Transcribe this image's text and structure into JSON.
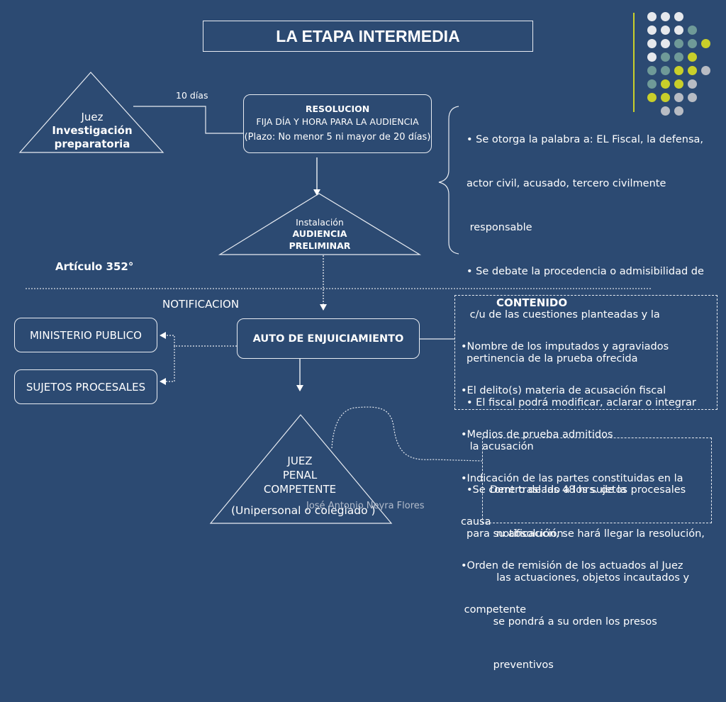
{
  "title": "LA ETAPA INTERMEDIA",
  "investigacion": {
    "line1": "Juez",
    "line2": "Investigación",
    "line3": "preparatoria"
  },
  "plazo_label": "10 días",
  "resolucion": {
    "line1": "RESOLUCION",
    "line2": "FIJA DÍA Y HORA PARA LA AUDIENCIA",
    "line3": "(Plazo: No menor 5 ni mayor de 20 días)"
  },
  "audiencia": {
    "line1": "Instalación",
    "line2": "AUDIENCIA",
    "line3": "PRELIMINAR"
  },
  "audiencia_bullets": [
    "• Se otorga la palabra a: EL Fiscal, la defensa,",
    "actor civil, acusado, tercero civilmente",
    " responsable",
    "• Se debate la procedencia o admisibilidad de",
    " c/u de las cuestiones planteadas y la",
    "pertinencia de la prueba ofrecida",
    "• El fiscal podrá modificar, aclarar o integrar",
    " la acusación",
    "•Se corre traslado a los sujetos procesales",
    "para su absolución"
  ],
  "articulo": "Artículo 352°",
  "notificacion": "NOTIFICACION",
  "ministerio": "MINISTERIO PUBLICO",
  "sujetos": "SUJETOS PROCESALES",
  "auto": "AUTO DE ENJUICIAMIENTO",
  "contenido": {
    "heading": "CONTENIDO",
    "lines": [
      "•Nombre de los imputados y agraviados",
      "•El delito(s) materia de acusación fiscal",
      "•Medios de prueba admitidos",
      "•Indicación de las partes constituidas en la",
      "causa",
      "•Orden de remisión de los actuados al Juez",
      " competente"
    ]
  },
  "juez_penal": {
    "line1": "JUEZ",
    "line2": "PENAL",
    "line3": "COMPETENTE",
    "line4": "(Unipersonal o colegiado )"
  },
  "dentro": {
    "lines": [
      "Dentro de las 48 hrs. de la",
      "  notificación, se hará llegar la resolución,",
      "  las actuaciones, objetos incautados y",
      " se pondrá a su orden los presos",
      " preventivos"
    ]
  },
  "author": "José Antonio Neyra Flores",
  "colors": {
    "background": "#2c4a72",
    "dot_white": "#e6e8ec",
    "dot_teal": "#6f9a98",
    "dot_yellow": "#c9cf2a",
    "dot_gray": "#b8bcc4"
  }
}
